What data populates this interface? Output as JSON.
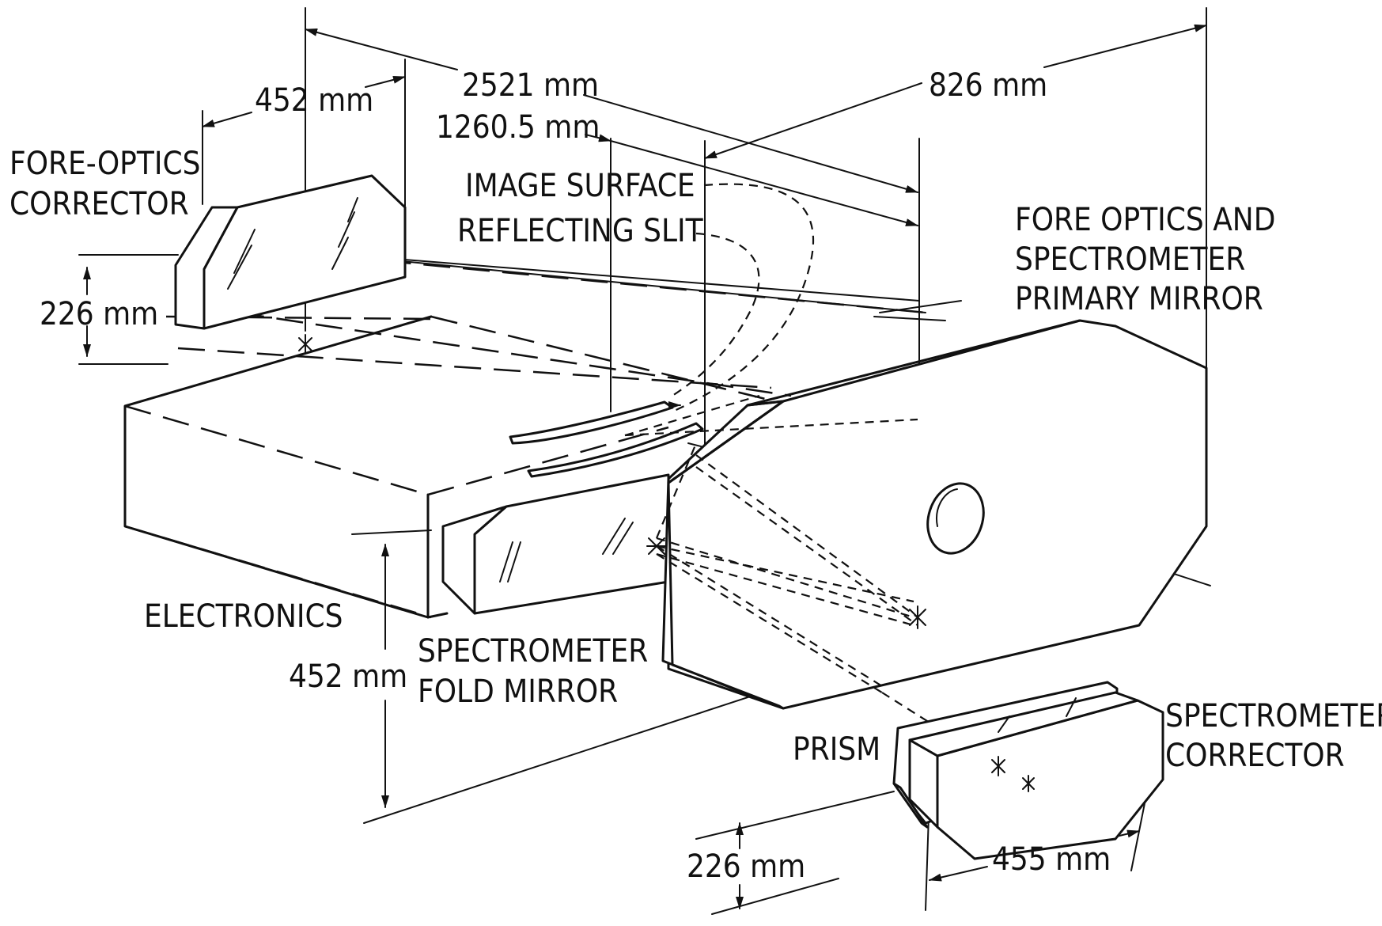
{
  "labels": {
    "fore_optics_corrector": [
      "FORE-OPTICS",
      "CORRECTOR"
    ],
    "image_surface": "IMAGE SURFACE",
    "reflecting_slit": "REFLECTING SLIT",
    "fore_optics_primary": [
      "FORE OPTICS AND",
      "SPECTROMETER",
      "PRIMARY MIRROR"
    ],
    "electronics": "ELECTRONICS",
    "spectrometer_fold_mirror": [
      "SPECTROMETER",
      "FOLD MIRROR"
    ],
    "prism": "PRISM",
    "spectrometer_corrector": [
      "SPECTROMETER",
      "CORRECTOR"
    ]
  },
  "dimensions": {
    "overall_length": "2521 mm",
    "half_length": "1260.5 mm",
    "primary_offset": "826 mm",
    "fore_corrector_width": "452 mm",
    "fore_corrector_height": "226 mm",
    "package_height": "452 mm",
    "spectrometer_corrector_height": "226 mm",
    "spectrometer_corrector_width": "455 mm"
  }
}
